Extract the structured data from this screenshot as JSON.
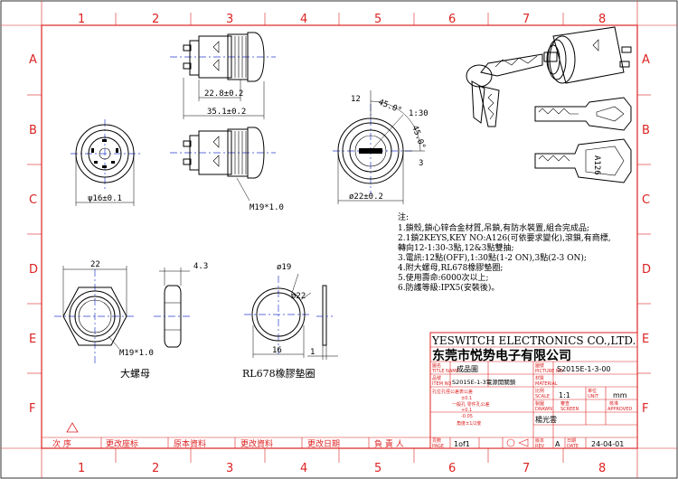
{
  "frame": {
    "columns": [
      "1",
      "2",
      "3",
      "4",
      "5",
      "6",
      "7",
      "8"
    ],
    "rows": [
      "A",
      "B",
      "C",
      "D",
      "E",
      "F"
    ]
  },
  "dimensions": {
    "body_len": "22.8±0.2",
    "total_len": "35.1±0.2",
    "width_16": "ψ16±0.1",
    "thread": "M19*1.0",
    "dia_22": "ø22±0.2",
    "pos_12": "12",
    "angle_1": "45.0°",
    "pos_130": "1:30",
    "angle_2": "45.0°",
    "pos_3": "3",
    "nut_width": "22",
    "nut_thick": "4.3",
    "nut_thread": "M19*1.0",
    "washer_id": "ø19",
    "washer_od": "ø22",
    "washer_w": "16",
    "washer_t": "1"
  },
  "captions": {
    "nut": "大螺母",
    "washer": "RL678橡膠墊圈"
  },
  "notes": {
    "title": "注:",
    "lines": [
      "1.鎖殼,鎖心锌合金材質,吊鎖,有防水裝置,組合完成品;",
      "2.1鎖2KEYS,KEY NO:A126(可依要求變化),滾鎖,有商標,",
      "  轉向12-1:30-3點,12&3點雙抽;",
      "3.電訊:12點(OFF),1:30點(1-2 ON),3點(2-3 ON);",
      "4.附大螺母,RL678橡膠墊圈;",
      "5.使用壽命:6000次以上;",
      "6.防護等級:IPX5(安裝後)。"
    ]
  },
  "key_text": "A126",
  "title_block": {
    "company_en": "YESWITCH ELECTRONICS CO.,LTD.",
    "company_cn": "东莞市悦势电子有限公司",
    "finished_label": "成品圖",
    "part_no": "S2015E-1-3-00",
    "title_label": "圖名",
    "title_en": "TITLE NAME",
    "item_no_label": "品號",
    "item_no_en": "ITEM NO",
    "item_no": "S2015E-1-3電源開關鎖",
    "part_label": "圖號",
    "part_en": "PICTURE NO",
    "material_label": "材質",
    "material_en": "MATERIAL",
    "scale_label": "比例",
    "scale_en": "SCALE",
    "scale": "1:1",
    "unit_label": "單位",
    "unit_en": "UNIT",
    "unit": "mm",
    "drawn_label": "製圖",
    "drawn_en": "DRAWN",
    "drawn_by": "楊光雲",
    "screen_label": "審查",
    "screen_en": "SCREEN",
    "approved_label": "核准",
    "approved_en": "APPROVED",
    "page_label": "頁數",
    "page_en": "PAGE",
    "page": "1of1",
    "rev_label": "版本",
    "rev_en": "REV",
    "rev": "A",
    "date_label": "日期",
    "date_en": "DATE",
    "date": "24-04-01",
    "tolerance_header": "孔位孔徑公差表公差",
    "tolerance_1": "±0.1",
    "tolerance_2": "一般孔 零件孔公差",
    "tolerance_3": "+0.1",
    "tolerance_4": "-0.05",
    "angle_tol": "角度±1/2度"
  },
  "revision_row": {
    "labels": [
      "次  序",
      "更改座标",
      "原本資料",
      "更改資料",
      "更改日期",
      "負  責  人"
    ]
  }
}
